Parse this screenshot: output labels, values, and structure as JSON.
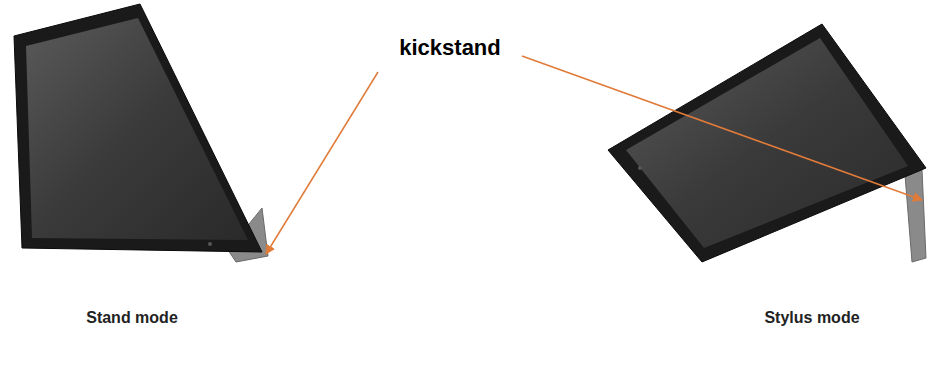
{
  "diagram": {
    "labels": [
      "kickstand",
      "Stand mode",
      "Stylus mode"
    ]
  }
}
